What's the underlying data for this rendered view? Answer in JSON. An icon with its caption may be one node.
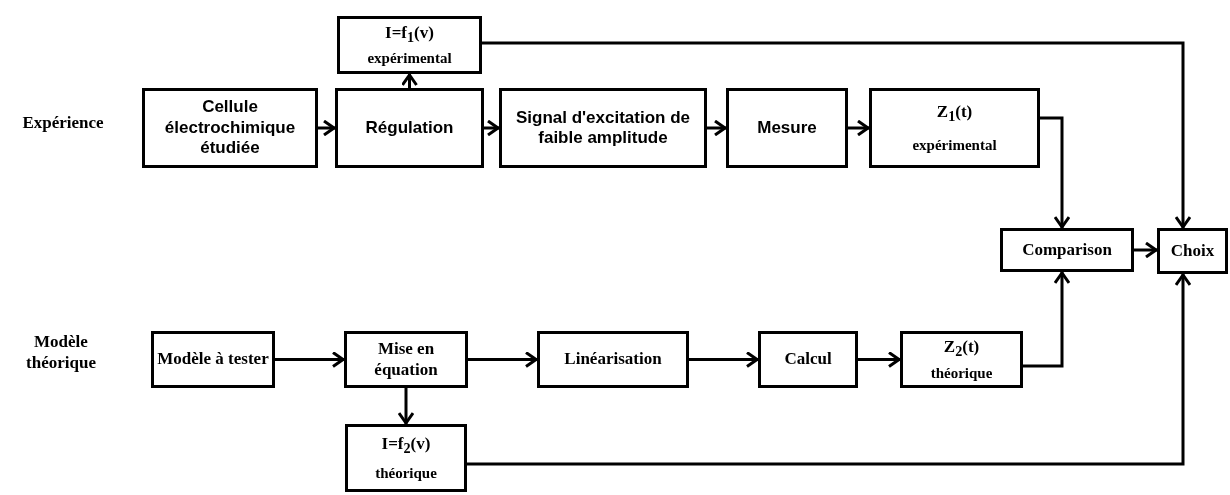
{
  "diagram": {
    "nodes": [
      {
        "text": [
          "Cellule électrochimique étudiée"
        ]
      },
      {
        "text": [
          "Régulation"
        ]
      },
      {
        "text": [
          "I=f$_{1}$(v)",
          "expérimental"
        ]
      },
      {
        "text": [
          "Signal d'excitation de faible amplitude"
        ]
      },
      {
        "text": [
          "Mesure"
        ]
      },
      {
        "text": [
          "Z$_{1}$(t)",
          "expérimental"
        ]
      },
      {
        "text": [
          "Comparison"
        ]
      },
      {
        "text": [
          "Choix"
        ]
      },
      {
        "text": [
          "Modèle à tester"
        ]
      },
      {
        "text": [
          "Mise en équation"
        ]
      },
      {
        "text": [
          "Linéarisation"
        ]
      },
      {
        "text": [
          "Calcul"
        ]
      },
      {
        "text": [
          "Z$_{2}$(t)",
          "théorique"
        ]
      },
      {
        "text": [
          "I=f$_{2}$(v)",
          "théorique"
        ]
      }
    ],
    "edges": [
      {
        "from": 0,
        "to": 1,
        "arrow": "to"
      },
      {
        "from": 1,
        "to": 2,
        "arrow": "to"
      },
      {
        "from": 1,
        "to": 3,
        "arrow": "to"
      },
      {
        "from": 3,
        "to": 4,
        "arrow": "to"
      },
      {
        "from": 4,
        "to": 5,
        "arrow": "to"
      },
      {
        "from": 5,
        "to": 6,
        "arrow": "to"
      },
      {
        "from": 2,
        "to": 7,
        "arrow": "to"
      },
      {
        "from": 6,
        "to": 7,
        "arrow": "to"
      },
      {
        "from": 8,
        "to": 9,
        "arrow": "to"
      },
      {
        "from": 9,
        "to": 10,
        "arrow": "to"
      },
      {
        "from": 10,
        "to": 11,
        "arrow": "to"
      },
      {
        "from": 11,
        "to": 12,
        "arrow": "to"
      },
      {
        "from": 12,
        "to": 6,
        "arrow": "to"
      },
      {
        "from": 9,
        "to": 13,
        "arrow": "to"
      },
      {
        "from": 13,
        "to": 7,
        "arrow": "to"
      }
    ],
    "labels": [
      "Expérience",
      "Modèle théorique"
    ]
  }
}
